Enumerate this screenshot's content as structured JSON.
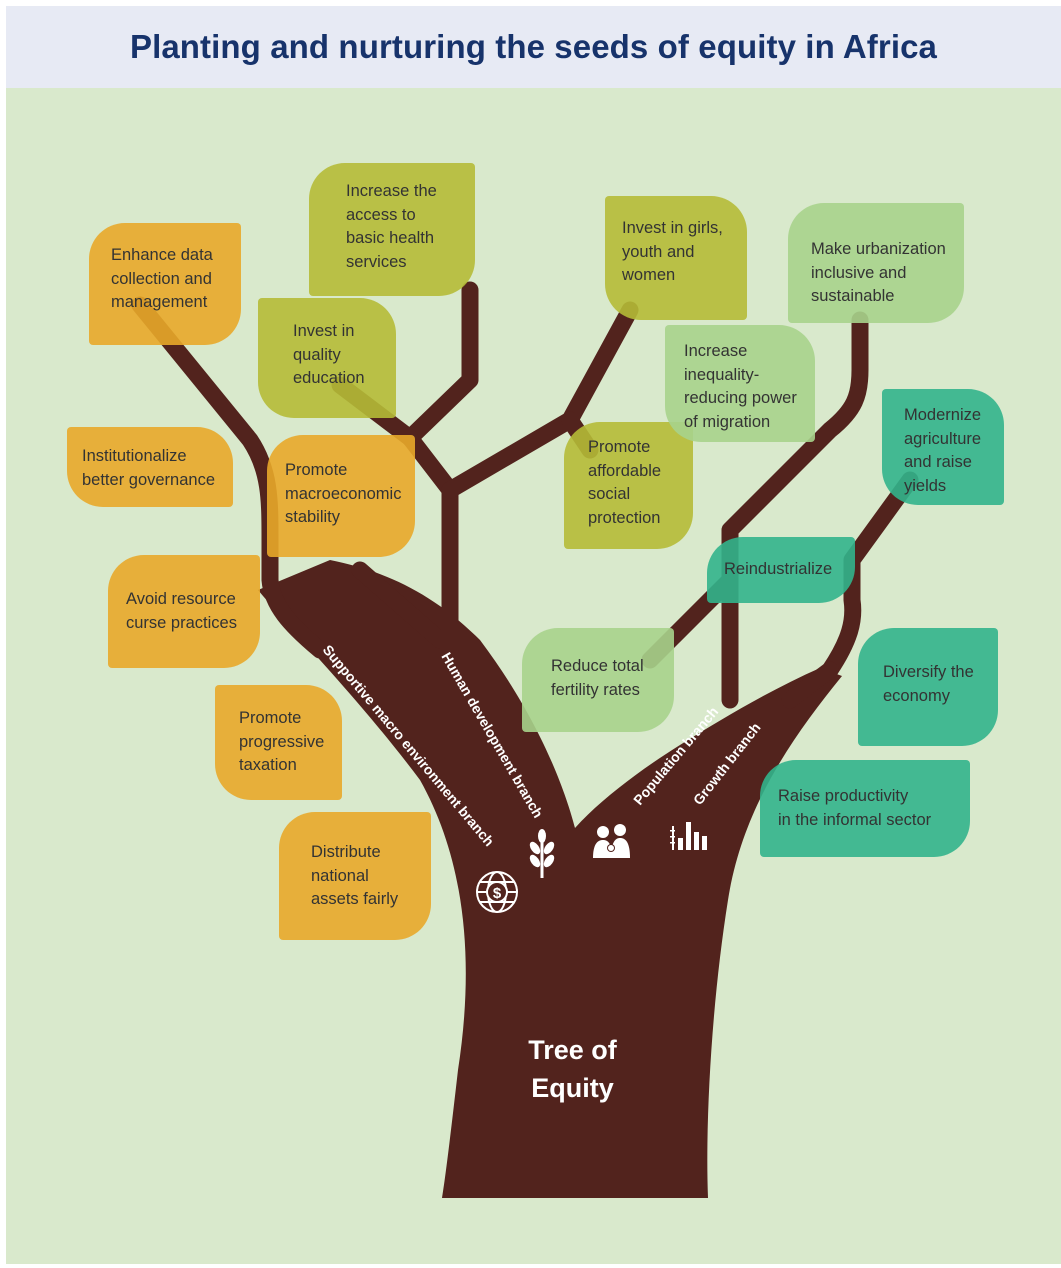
{
  "title": "Planting and nurturing the seeds of equity in Africa",
  "trunk_label": "Tree of\nEquity",
  "branches": {
    "macro": "Supportive macro environment branch",
    "human": "Human development branch",
    "population": "Population branch",
    "growth": "Growth branch"
  },
  "leaves": {
    "enhance_data": "Enhance data\ncollection and\nmanagement",
    "institutionalize": "Institutionalize\nbetter governance",
    "macroeconomic": "Promote\nmacroeconomic\nstability",
    "resource_curse": "Avoid resource\ncurse practices",
    "progressive_taxation": "Promote\nprogressive\ntaxation",
    "distribute_assets": "Distribute\nnational\nassets fairly",
    "health_services": "Increase the\naccess to\nbasic health\nservices",
    "quality_education": "Invest in\nquality\neducation",
    "girls_youth": "Invest in girls,\nyouth and\nwomen",
    "social_protection": "Promote\naffordable\nsocial\nprotection",
    "urbanization": "Make urbanization\ninclusive and\nsustainable",
    "migration": "Increase\ninequality-\nreducing power\nof migration",
    "fertility_rates": "Reduce total\nfertility rates",
    "agriculture": "Modernize\nagriculture\nand raise\nyields",
    "reindustrialize": "Reindustrialize",
    "diversify": "Diversify the\neconomy",
    "informal_sector": "Raise productivity\nin the informal sector"
  },
  "icons": [
    "globe-dollar-icon",
    "wheat-icon",
    "family-icon",
    "bar-chart-icon"
  ],
  "colors": {
    "title": "#17336b",
    "background": "#d9e9cc",
    "tree": "#52231d",
    "macro_leaves": "#e8a92a",
    "human_leaves": "#b5bb37",
    "population_leaves": "#a7d38c",
    "growth_leaves": "#32b48c"
  }
}
